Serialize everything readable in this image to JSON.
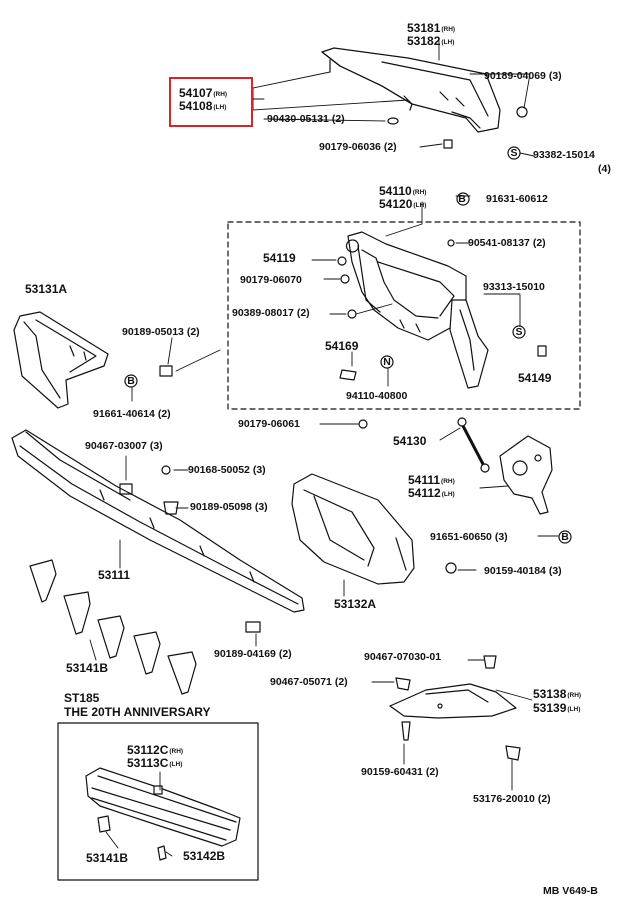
{
  "highlight_color": "#d6262d",
  "labels": {
    "p53181": "53181",
    "p53181_sfx": "(RH)",
    "p53182": "53182",
    "p53182_sfx": "(LH)",
    "p54107": "54107",
    "p54107_sfx": "(RH)",
    "p54108": "54108",
    "p54108_sfx": "(LH)",
    "p90189_04069": "90189-04069",
    "p90189_04069_qty": "(3)",
    "p90430_05131": "90430-05131",
    "p90430_05131_qty": "(2)",
    "p90179_06036": "90179-06036",
    "p90179_06036_qty": "(2)",
    "p93382_15014": "93382-15014",
    "p93382_15014_qty": "(4)",
    "p54110": "54110",
    "p54110_sfx": "(RH)",
    "p54120": "54120",
    "p54120_sfx": "(LH)",
    "p91631_60612": "91631-60612",
    "p54119": "54119",
    "p90541_08137": "90541-08137",
    "p90541_08137_qty": "(2)",
    "p90179_06070": "90179-06070",
    "p93313_15010": "93313-15010",
    "p53131A": "53131A",
    "p90389_08017": "90389-08017",
    "p90389_08017_qty": "(2)",
    "p90189_05013": "90189-05013",
    "p90189_05013_qty": "(2)",
    "p54169": "54169",
    "p54149": "54149",
    "p94110_40800": "94110-40800",
    "p91661_40614": "91661-40614",
    "p91661_40614_qty": "(2)",
    "p90179_06061": "90179-06061",
    "p54130": "54130",
    "p90467_03007": "90467-03007",
    "p90467_03007_qty": "(3)",
    "p90168_50052": "90168-50052",
    "p90168_50052_qty": "(3)",
    "p54111": "54111",
    "p54111_sfx": "(RH)",
    "p54112": "54112",
    "p54112_sfx": "(LH)",
    "p90189_05098": "90189-05098",
    "p90189_05098_qty": "(3)",
    "p91651_60650": "91651-60650",
    "p91651_60650_qty": "(3)",
    "p53111": "53111",
    "p90159_40184": "90159-40184",
    "p90159_40184_qty": "(3)",
    "p53132A": "53132A",
    "p53141B": "53141B",
    "p90189_04169": "90189-04169",
    "p90189_04169_qty": "(2)",
    "p90467_07030": "90467-07030-01",
    "st185": "ST185",
    "anniversary": "THE 20TH ANNIVERSARY",
    "p90467_05071": "90467-05071",
    "p90467_05071_qty": "(2)",
    "p53138": "53138",
    "p53138_sfx": "(RH)",
    "p53139": "53139",
    "p53139_sfx": "(LH)",
    "p53112C": "53112C",
    "p53112C_sfx": "(RH)",
    "p53113C": "53113C",
    "p53113C_sfx": "(LH)",
    "p90159_60431": "90159-60431",
    "p90159_60431_qty": "(2)",
    "p53176_20010": "53176-20010",
    "p53176_20010_qty": "(2)",
    "p53141B_2": "53141B",
    "p53142B": "53142B",
    "ref_code": "MB V649-B"
  },
  "symbols": {
    "B": "B",
    "S": "S",
    "N": "N"
  }
}
